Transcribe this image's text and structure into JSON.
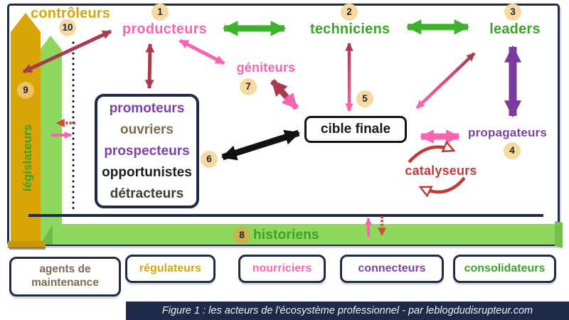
{
  "title": "les acteurs de l'écosystème professionnel",
  "nodes": {
    "controleurs": {
      "label": "contrôleurs",
      "badge": "10"
    },
    "producteurs": {
      "label": "producteurs",
      "badge": "1"
    },
    "techniciens": {
      "label": "techniciens",
      "badge": "2"
    },
    "leaders": {
      "label": "leaders",
      "badge": "3"
    },
    "geniteurs": {
      "label": "géniteurs",
      "badge": "7"
    },
    "cible_finale": {
      "label": "cible finale",
      "badge": "5"
    },
    "propagateurs": {
      "label": "propagateurs",
      "badge": "4"
    },
    "catalyseurs": {
      "label": "catalyseurs"
    },
    "legislateurs": {
      "label": "législateurs",
      "badge": "9"
    },
    "historiens": {
      "label": "historiens",
      "badge": "8"
    }
  },
  "group_box": {
    "badge": "6",
    "items": [
      "promoteurs",
      "ouvriers",
      "prospecteurs",
      "opportunistes",
      "détracteurs"
    ]
  },
  "bottom_row": [
    {
      "label": "agents de maintenance",
      "color": "#7d6b50"
    },
    {
      "label": "régulateurs",
      "color": "#d9a407"
    },
    {
      "label": "nourriciers",
      "color": "#fa64ae"
    },
    {
      "label": "connecteurs",
      "color": "#7d41a5"
    },
    {
      "label": "consolidateurs",
      "color": "#3aa32a"
    }
  ],
  "caption": "Figure 1 : les acteurs de l'écosystème professionnel - par leblogdudisrupteur.com",
  "palette": {
    "navy": "#1f2b49",
    "gold": "#d9a407",
    "green_text": "#3aa32a",
    "green_arrow": "#3cb32b",
    "light_green_band": "#8ed95d",
    "pink": "#fa64ae",
    "dark_red": "#a93b4c",
    "cycle_red": "#c03a3a",
    "purple": "#7a3ba0",
    "badge_bg": "#f7d9a1",
    "badge8_bg": "#ccb14d",
    "black_arrow": "#111111"
  }
}
